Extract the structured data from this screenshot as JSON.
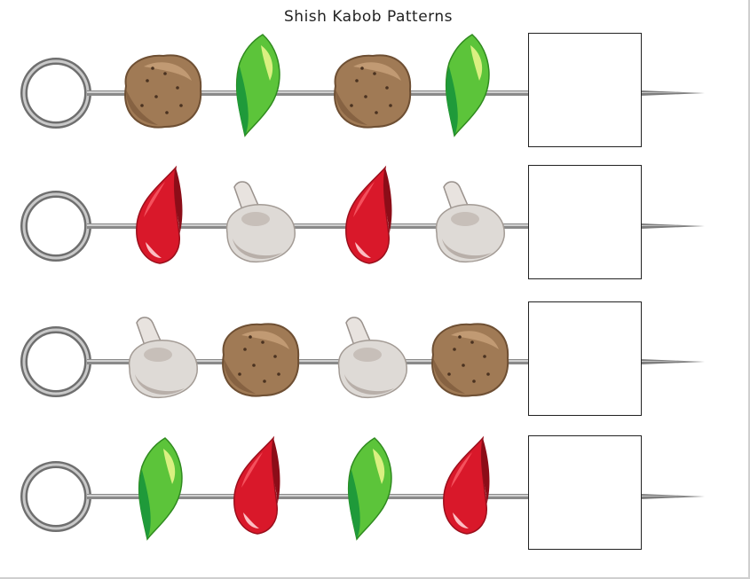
{
  "worksheet": {
    "title": "Shish Kabob Patterns",
    "rows": [
      {
        "id": "row-1",
        "items": [
          "potato",
          "green-pepper",
          "potato",
          "green-pepper"
        ]
      },
      {
        "id": "row-2",
        "items": [
          "red-pepper",
          "mushroom",
          "red-pepper",
          "mushroom"
        ]
      },
      {
        "id": "row-3",
        "items": [
          "mushroom",
          "potato",
          "mushroom",
          "potato"
        ]
      },
      {
        "id": "row-4",
        "items": [
          "green-pepper",
          "red-pepper",
          "green-pepper",
          "red-pepper"
        ]
      }
    ]
  },
  "colors": {
    "skewer": "#8a8a8a",
    "potato": "#a07a55",
    "green_pepper": "#5cc43a",
    "red_pepper": "#d9182a",
    "mushroom": "#dedad6"
  }
}
